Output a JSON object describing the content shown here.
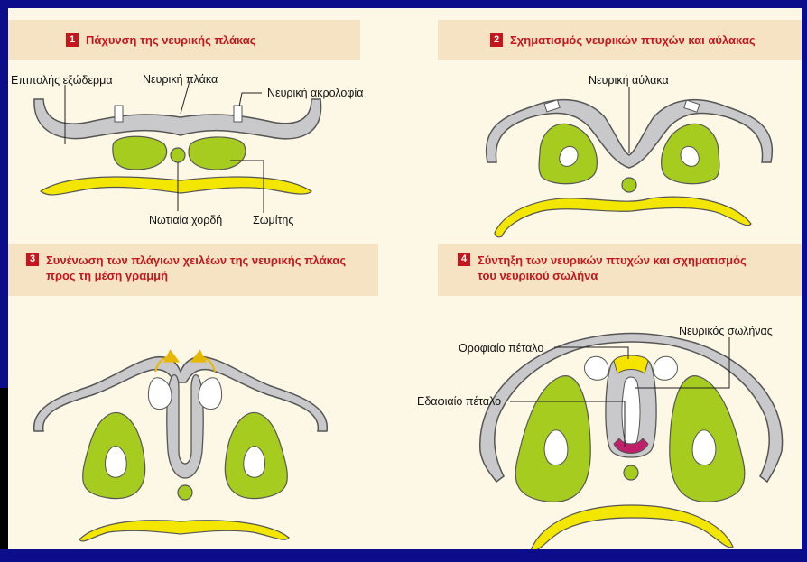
{
  "steps": [
    {
      "number": "1",
      "title_lines": [
        "Πάχυνση της νευρικής πλάκας"
      ],
      "labels": {
        "ectoderm": "Επιπολής εξώδερμα",
        "neural_plate": "Νευρική πλάκα",
        "neural_crest": "Νευρική ακρολοφία",
        "notochord": "Νωτιαία χορδή",
        "somite": "Σωμίτης"
      }
    },
    {
      "number": "2",
      "title_lines": [
        "Σχηματισμός νευρικών πτυχών και αύλακας"
      ],
      "labels": {
        "neural_groove": "Νευρική αύλακα"
      }
    },
    {
      "number": "3",
      "title_lines": [
        "Συνένωση των πλάγιων χειλέων της νευρικής πλάκας",
        "προς τη μέση γραμμή"
      ],
      "labels": {}
    },
    {
      "number": "4",
      "title_lines": [
        "Σύντηξη των νευρικών πτυχών και σχηματισμός",
        "του νευρικού σωλήνα"
      ],
      "labels": {
        "roof_plate": "Οροφιαίο πέταλο",
        "neural_tube": "Νευρικός σωλήνας",
        "floor_plate": "Εδαφιαίο πέταλο"
      }
    }
  ],
  "colors": {
    "frame": "#0b0d8a",
    "background": "#fdf7e6",
    "header": "#f6e3c3",
    "badge": "#c4161c",
    "title": "#c4161c",
    "tissue_gray": "#c9c9cb",
    "outline": "#555555",
    "somite_green": "#a5cc1e",
    "endoderm_yellow": "#f3e600",
    "roof_plate_yellow": "#f5e400",
    "floor_plate_magenta": "#c0206a"
  }
}
